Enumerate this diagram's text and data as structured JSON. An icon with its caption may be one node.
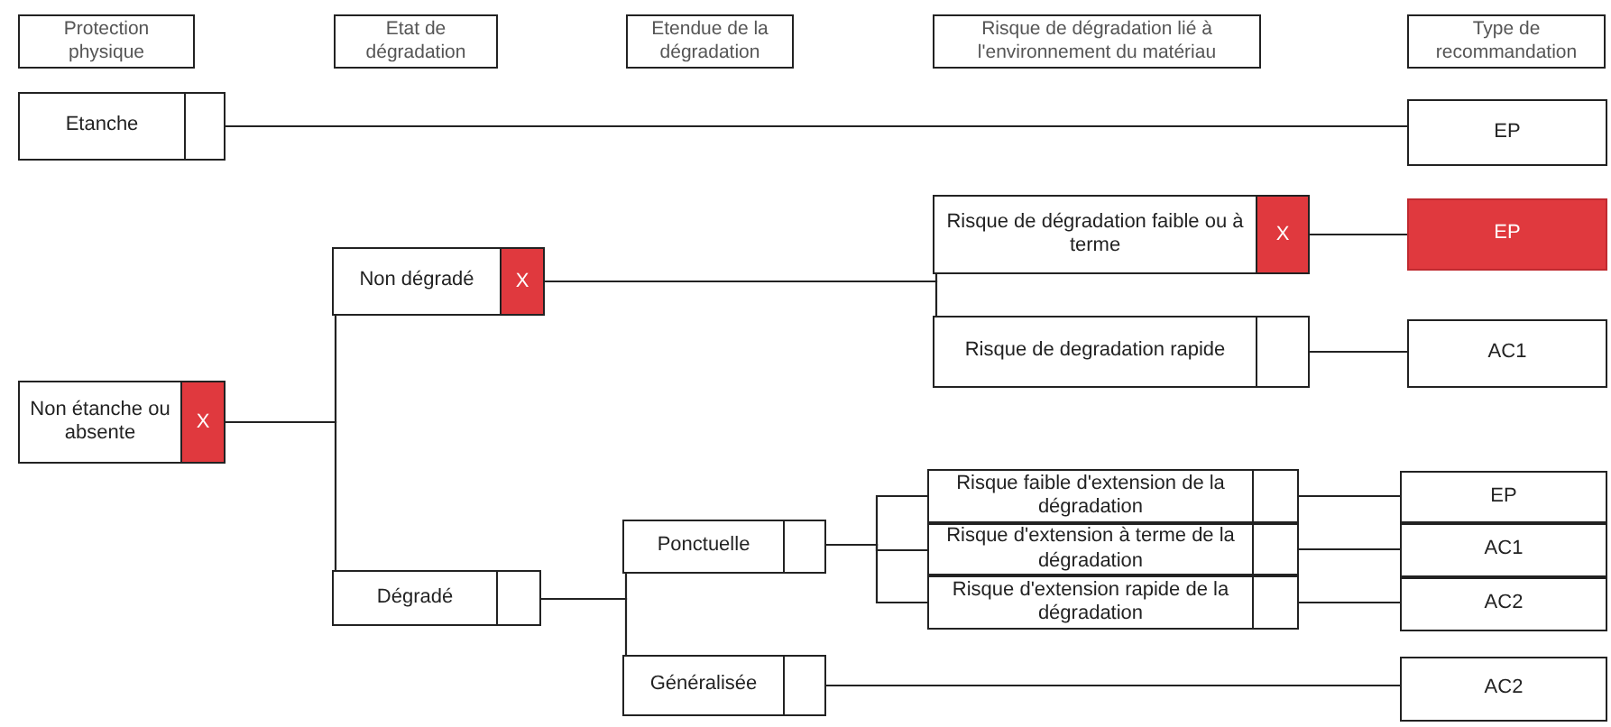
{
  "diagram": {
    "nodes": [
      {
        "text": [
          "Protection physique"
        ]
      },
      {
        "text": [
          "Etat de dégradation"
        ]
      },
      {
        "text": [
          "Etendue de la dégradation"
        ]
      },
      {
        "text": [
          "Risque de dégradation lié à l'environnement du matériau"
        ]
      },
      {
        "text": [
          "Type de recommandation"
        ]
      },
      {
        "text": [
          "Etanche"
        ]
      },
      {
        "text": [
          "EP"
        ]
      },
      {
        "text": [
          "Non étanche ou absente",
          "X"
        ]
      },
      {
        "text": [
          "Non dégradé",
          "X"
        ]
      },
      {
        "text": [
          "Risque de dégradation faible ou à terme",
          "X"
        ]
      },
      {
        "text": [
          "EP"
        ]
      },
      {
        "text": [
          "Risque de degradation rapide"
        ]
      },
      {
        "text": [
          "AC1"
        ]
      },
      {
        "text": [
          "Dégradé"
        ]
      },
      {
        "text": [
          "Ponctuelle"
        ]
      },
      {
        "text": [
          "Risque faible d'extension de la dégradation"
        ]
      },
      {
        "text": [
          "Risque d'extension à terme de la dégradation"
        ]
      },
      {
        "text": [
          "Risque d'extension rapide de la dégradation"
        ]
      },
      {
        "text": [
          "EP"
        ]
      },
      {
        "text": [
          "AC1"
        ]
      },
      {
        "text": [
          "AC2"
        ]
      },
      {
        "text": [
          "Généralisée"
        ]
      },
      {
        "text": [
          "AC2"
        ]
      }
    ],
    "edges": [
      {
        "from": 5,
        "to": 6,
        "arrow": "none"
      },
      {
        "from": 7,
        "to": 8,
        "arrow": "none"
      },
      {
        "from": 7,
        "to": 13,
        "arrow": "none"
      },
      {
        "from": 8,
        "to": 9,
        "arrow": "none"
      },
      {
        "from": 8,
        "to": 11,
        "arrow": "none"
      },
      {
        "from": 9,
        "to": 10,
        "arrow": "none"
      },
      {
        "from": 11,
        "to": 12,
        "arrow": "none"
      },
      {
        "from": 13,
        "to": 14,
        "arrow": "none"
      },
      {
        "from": 13,
        "to": 21,
        "arrow": "none"
      },
      {
        "from": 14,
        "to": 15,
        "arrow": "none"
      },
      {
        "from": 14,
        "to": 16,
        "arrow": "none"
      },
      {
        "from": 14,
        "to": 17,
        "arrow": "none"
      },
      {
        "from": 15,
        "to": 18,
        "arrow": "none"
      },
      {
        "from": 16,
        "to": 19,
        "arrow": "none"
      },
      {
        "from": 17,
        "to": 20,
        "arrow": "none"
      },
      {
        "from": 21,
        "to": 22,
        "arrow": "none"
      }
    ]
  }
}
